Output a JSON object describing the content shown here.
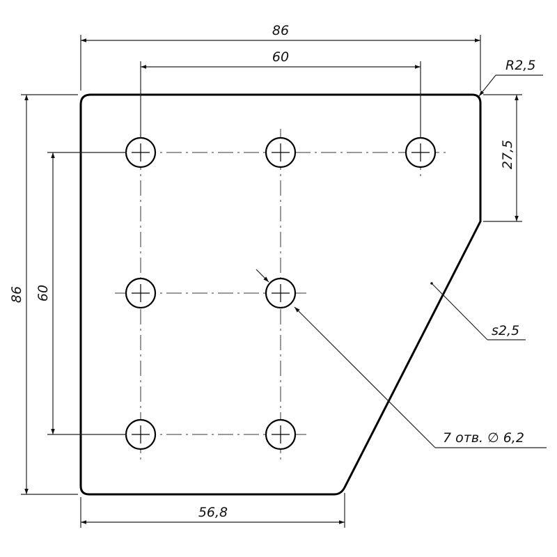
{
  "dimensions": {
    "overall_width": "86",
    "hole_spacing_horizontal": "60",
    "corner_radius": "R2,5",
    "right_edge_height": "27,5",
    "overall_height": "86",
    "hole_spacing_vertical": "60",
    "thickness": "s2,5",
    "holes_callout": "7 отв. ∅ 6,2",
    "bottom_width": "56,8"
  },
  "colors": {
    "line": "#000000",
    "background": "#ffffff"
  }
}
